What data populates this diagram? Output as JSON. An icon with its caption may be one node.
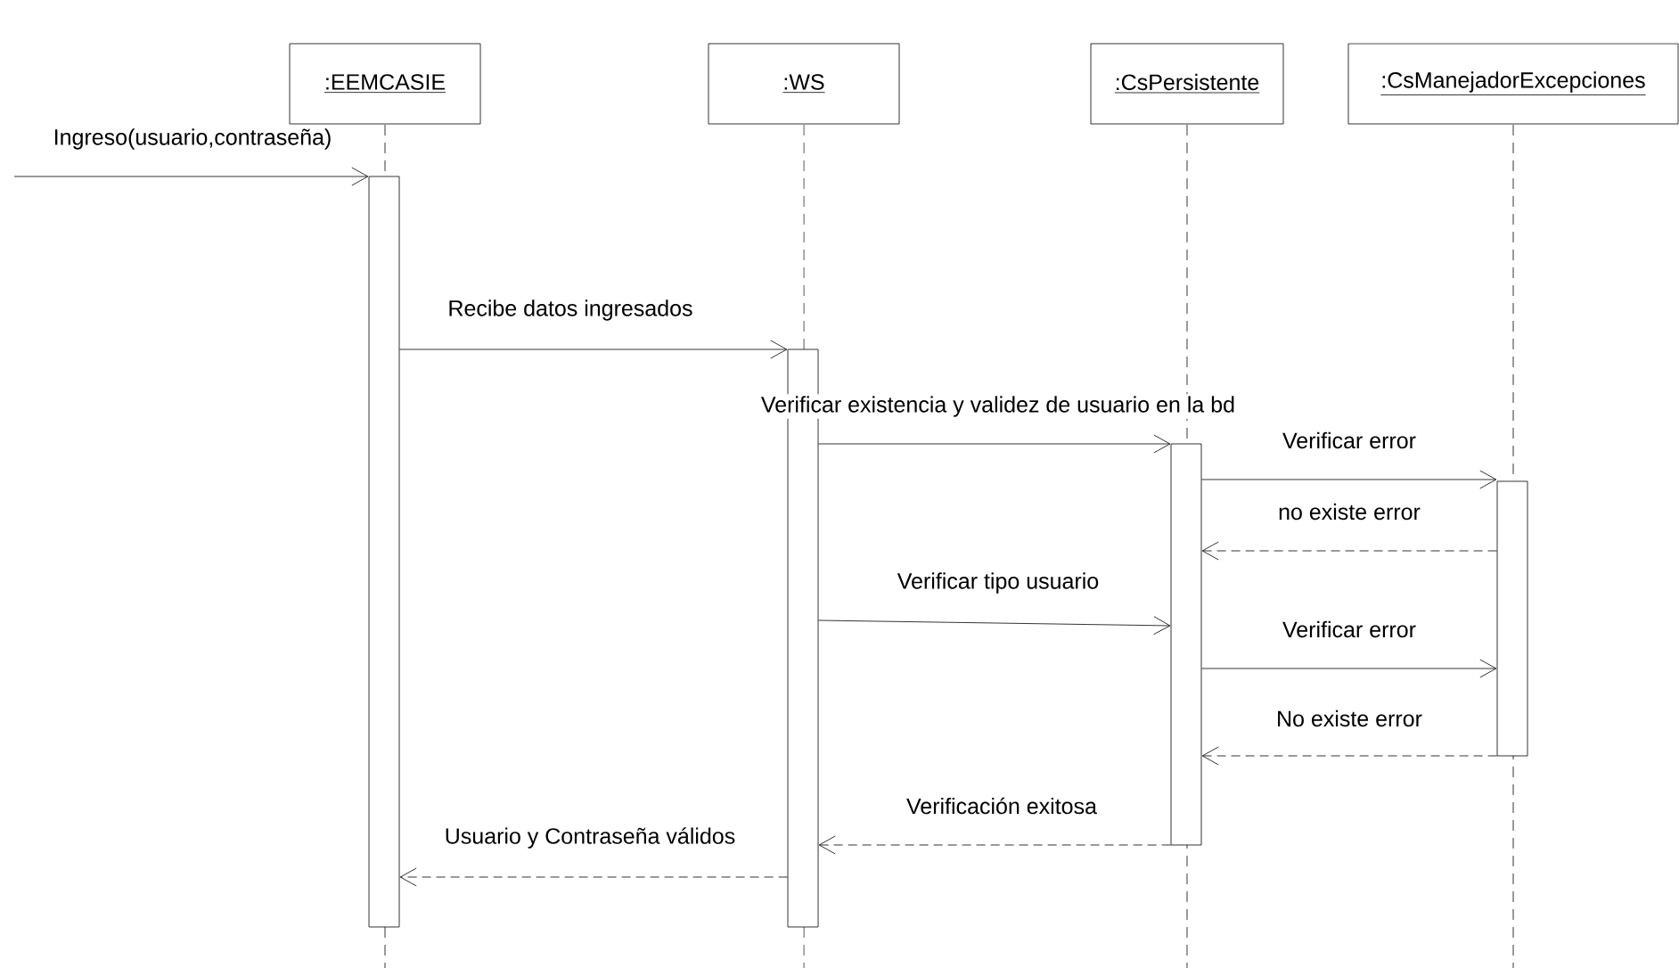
{
  "diagram": {
    "nodes": [
      {
        "text": [
          ":EEMCASIE"
        ]
      },
      {
        "text": [
          ":WS"
        ]
      },
      {
        "text": [
          ":CsPersistente"
        ]
      },
      {
        "text": [
          ":CsManejadorExcepciones"
        ]
      },
      {
        "text": [],
        "shape": "bar"
      },
      {
        "text": [],
        "shape": "bar"
      },
      {
        "text": [],
        "shape": "bar"
      },
      {
        "text": [],
        "shape": "bar"
      }
    ],
    "edges": [
      {
        "from": null,
        "to": 4,
        "arrow": "to",
        "label": "Ingreso(usuario,contraseña)"
      },
      {
        "from": 4,
        "to": 5,
        "arrow": "to",
        "label": "Recibe datos ingresados"
      },
      {
        "from": 5,
        "to": 6,
        "arrow": "to",
        "label": "Verificar existencia y validez de usuario en la bd"
      },
      {
        "from": 6,
        "to": 7,
        "arrow": "to",
        "label": "Verificar error"
      },
      {
        "from": 7,
        "to": 6,
        "arrow": "to",
        "label": "no existe error",
        "style": "dashed"
      },
      {
        "from": 5,
        "to": 6,
        "arrow": "to",
        "label": "Verificar tipo usuario"
      },
      {
        "from": 6,
        "to": 7,
        "arrow": "to",
        "label": "Verificar error"
      },
      {
        "from": 7,
        "to": 6,
        "arrow": "to",
        "label": "No existe error",
        "style": "dashed"
      },
      {
        "from": 6,
        "to": 5,
        "arrow": "to",
        "label": "Verificación exitosa",
        "style": "dashed"
      },
      {
        "from": 5,
        "to": 4,
        "arrow": "to",
        "label": "Usuario y Contraseña válidos",
        "style": "dashed"
      }
    ]
  }
}
